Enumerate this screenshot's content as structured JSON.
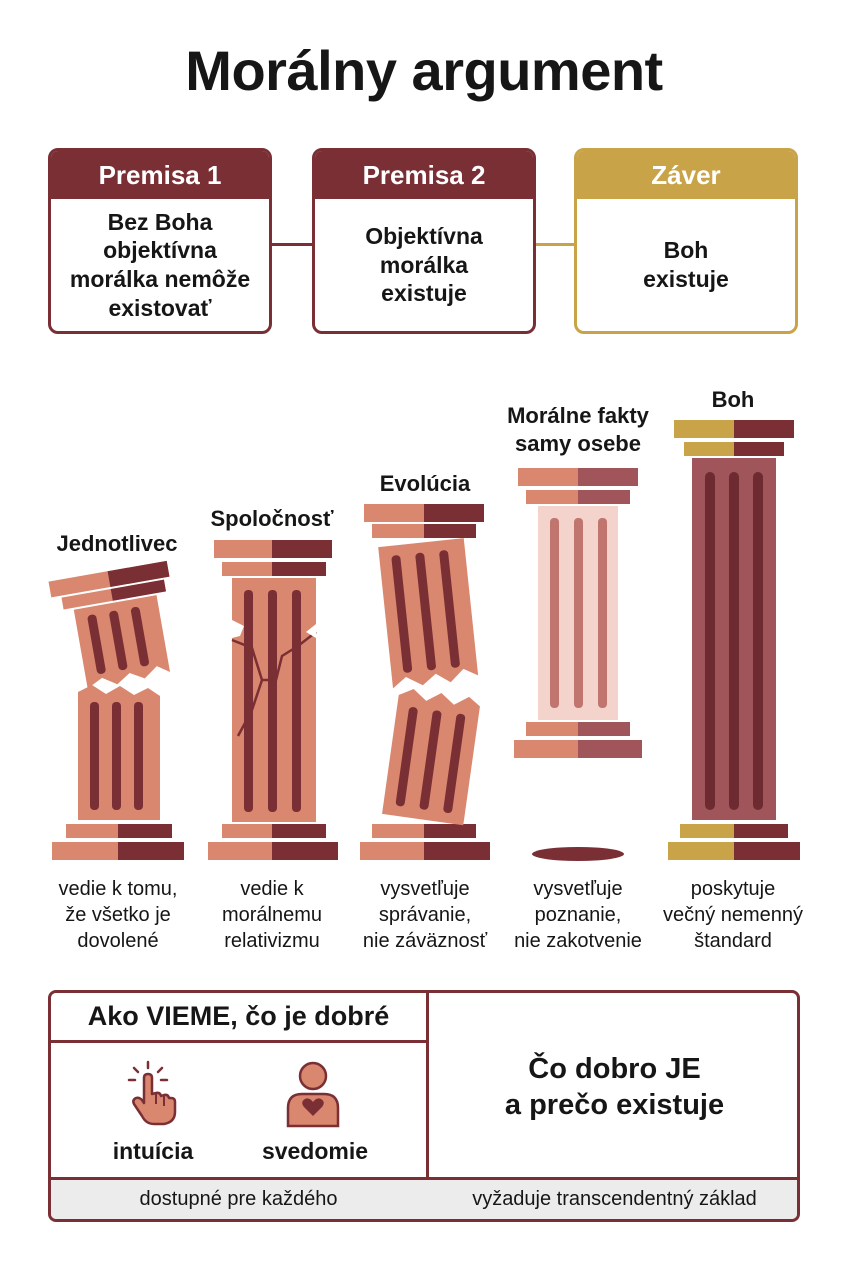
{
  "title": "Morálny argument",
  "premises": [
    {
      "header": "Premisa 1",
      "line1": "Bez Boha",
      "line2": "objektívna",
      "line3": "morálka nemôže",
      "line4": "existovať"
    },
    {
      "header": "Premisa 2",
      "line1": "Objektívna",
      "line2": "morálka",
      "line3": "existuje"
    },
    {
      "header": "Záver",
      "line1": "Boh",
      "line2": "existuje"
    }
  ],
  "pillars": [
    {
      "label1": "Jednotlivec",
      "caption1": "vedie k tomu,",
      "caption2": "že všetko je",
      "caption3": "dovolené"
    },
    {
      "label1": "Spoločnosť",
      "caption1": "vedie k",
      "caption2": "morálnemu",
      "caption3": "relativizmu"
    },
    {
      "label1": "Evolúcia",
      "caption1": "vysvetľuje",
      "caption2": "správanie,",
      "caption3": "nie záväznosť"
    },
    {
      "label1": "Morálne fakty",
      "label2": "samy osebe",
      "caption1": "vysvetľuje",
      "caption2": "poznanie,",
      "caption3": "nie zakotvenie"
    },
    {
      "label1": "Boh",
      "caption1": "poskytuje",
      "caption2": "večný nemenný",
      "caption3": "štandard"
    }
  ],
  "bottom": {
    "left_header": "Ako VIEME, čo je dobré",
    "icon1_label": "intuícia",
    "icon2_label": "svedomie",
    "left_footer": "dostupné pre každého",
    "right_line1": "Čo dobro JE",
    "right_line2": "a prečo existuje",
    "right_footer": "vyžaduje transcendentný základ"
  },
  "colors": {
    "maroon": "#7a2f35",
    "terracotta": "#d9876e",
    "gold": "#c9a347",
    "pale_pink": "#f3d3cb"
  }
}
